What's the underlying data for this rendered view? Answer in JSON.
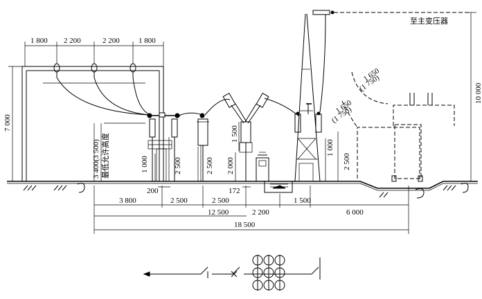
{
  "labels": {
    "to_main_transformer": "至主变压器",
    "min_allowed_height": "最低允许高度",
    "min_height_value": "3 400(3 500)",
    "clearance_1": "1 650",
    "clearance_1_alt": "(1 750)",
    "clearance_2": "1 650",
    "clearance_2_alt": "(1 750)"
  },
  "top_dims": [
    "1 800",
    "2 200",
    "2 200",
    "1 800"
  ],
  "vertical_dims": {
    "left_frame": "7 000",
    "right_tower": "10 000",
    "insulator_a": "1 000",
    "insulator_b": "2 500",
    "ct": "2 500",
    "breaker_low": "2 000",
    "breaker_high": "1 500",
    "tower_low": "1 000",
    "tower_high": "2 500"
  },
  "bottom_dims": {
    "row1": [
      "3 800",
      "2 500",
      "2 500",
      "2 200",
      "1 500",
      "6 000"
    ],
    "small_a": "200",
    "small_b": "172",
    "row2": "12 500",
    "total": "18 500"
  }
}
